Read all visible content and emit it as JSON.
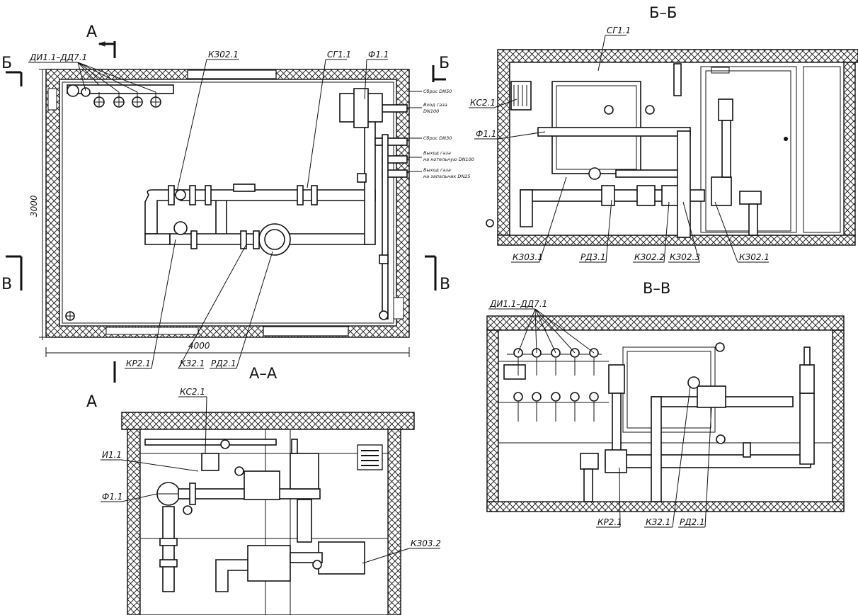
{
  "sections": {
    "bb": "Б–Б",
    "vv": "В–В",
    "aa": "А–А"
  },
  "cut_marks": {
    "a": "А",
    "b": "Б",
    "v": "В"
  },
  "dimensions": {
    "width": "4000",
    "height": "3000"
  },
  "connections": {
    "sbros_dn50": "Сброс DN50",
    "vhod_gaza_1": "Вход газа",
    "vhod_gaza_2": "DN100",
    "sbros_dn30": "Сброс DN30",
    "vyhod_kotel_1": "Выход газа",
    "vyhod_kotel_2": "на котельную DN100",
    "vyhod_zap_1": "Выход газа",
    "vyhod_zap_2": "на запальник DN25"
  },
  "labels": {
    "di_plan": "ДИ1.1–ДД7.1",
    "kz021_plan": "КЗ02.1",
    "sg11_plan": "СГ1.1",
    "f11_plan": "Ф1.1",
    "kr21_plan": "КР2.1",
    "kz21_plan": "КЗ2.1",
    "rd21_plan": "РД2.1",
    "sg11_bb": "СГ1.1",
    "ks21_bb": "КС2.1",
    "f11_bb": "Ф1.1",
    "kz031_bb": "КЗ03.1",
    "rd31_bb": "РД3.1",
    "kz022_bb": "КЗ02.2",
    "kz023_bb": "КЗ02.3",
    "kz021_bb": "КЗ02.1",
    "di_vv": "ДИ1.1–ДД7.1",
    "kr21_vv": "КР2.1",
    "kz21_vv": "КЗ2.1",
    "rd21_vv": "РД2.1",
    "ks21_aa": "КС2.1",
    "i11_aa": "И1.1",
    "f11_aa": "Ф1.1",
    "kz032_aa": "КЗ03.2"
  }
}
